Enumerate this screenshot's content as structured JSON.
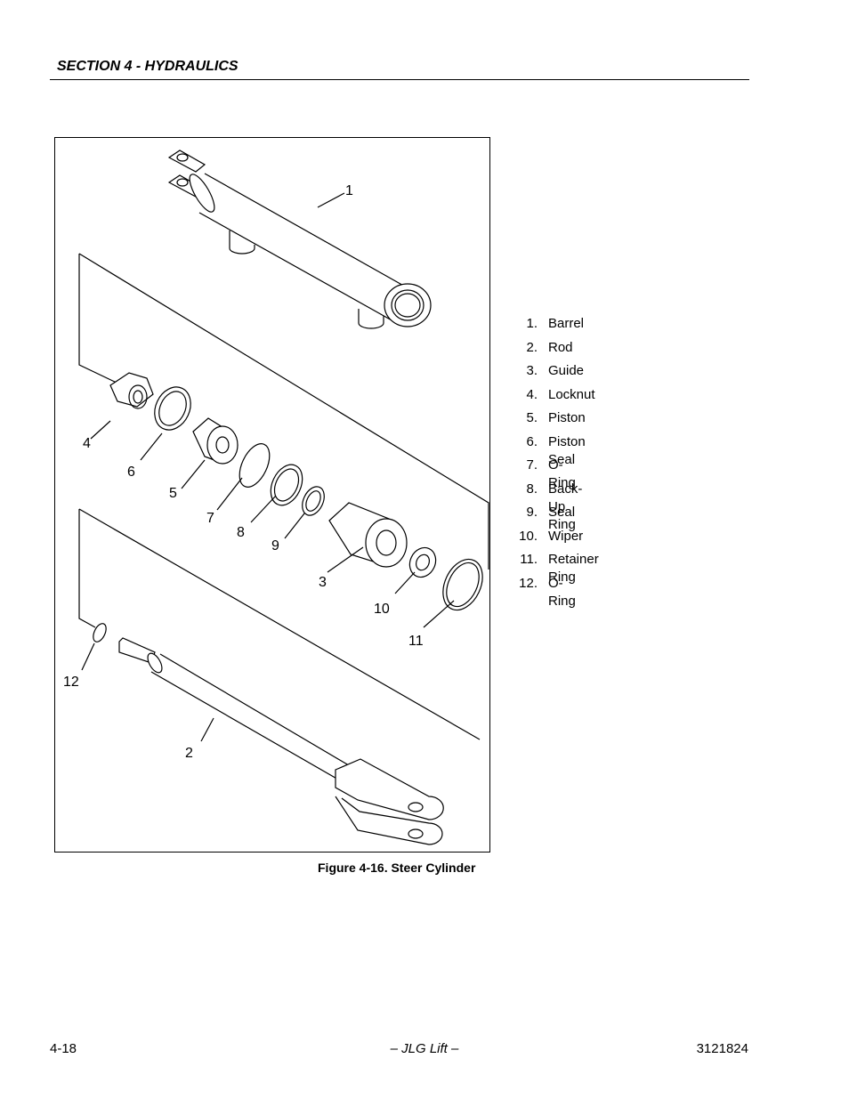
{
  "header": {
    "section_title": "SECTION 4 - HYDRAULICS"
  },
  "figure": {
    "caption": "Figure 4-16.  Steer Cylinder",
    "callouts": [
      "1",
      "2",
      "3",
      "4",
      "5",
      "6",
      "7",
      "8",
      "9",
      "10",
      "11",
      "12"
    ]
  },
  "parts_list": [
    {
      "num": "1.",
      "name": "Barrel"
    },
    {
      "num": "2.",
      "name": "Rod"
    },
    {
      "num": "3.",
      "name": "Guide"
    },
    {
      "num": "4.",
      "name": "Locknut"
    },
    {
      "num": "5.",
      "name": "Piston"
    },
    {
      "num": "6.",
      "name": "Piston Seal"
    },
    {
      "num": "7.",
      "name": "O-Ring"
    },
    {
      "num": "8.",
      "name": "Back-Up Ring"
    },
    {
      "num": "9.",
      "name": "Seal"
    },
    {
      "num": "10.",
      "name": "Wiper"
    },
    {
      "num": "11.",
      "name": "Retainer Ring"
    },
    {
      "num": "12.",
      "name": "O-Ring"
    }
  ],
  "footer": {
    "page_number": "4-18",
    "publisher": "– JLG Lift –",
    "doc_number": "3121824"
  }
}
